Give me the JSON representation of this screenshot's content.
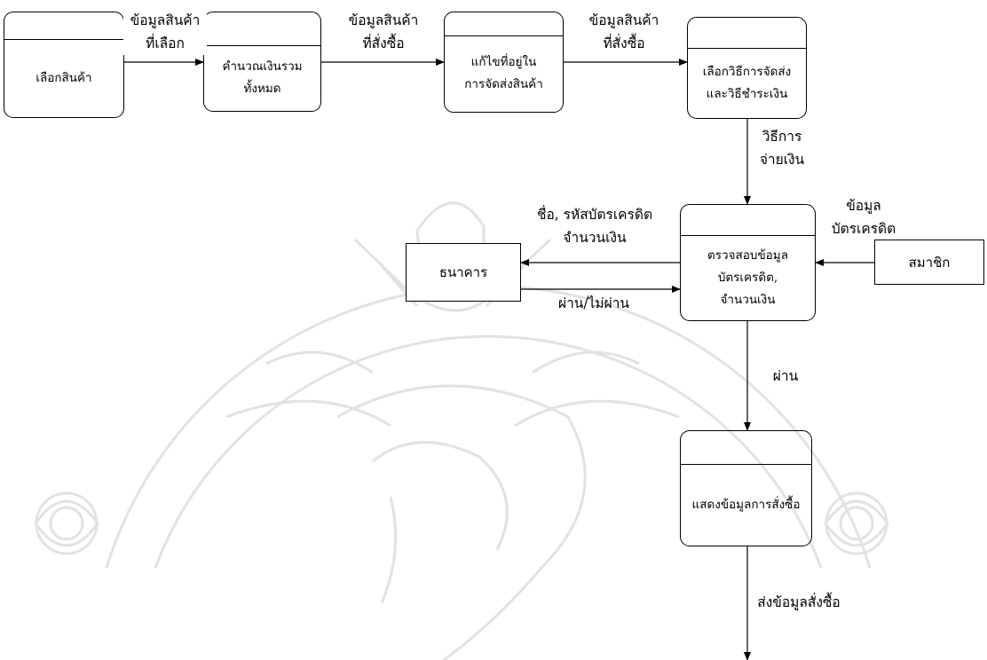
{
  "processes": {
    "select_products": [
      "เลือกสินค้า"
    ],
    "calc_total": [
      "คำนวณเงินรวม",
      "ทั้งหมด"
    ],
    "edit_address": [
      "แก้ไขที่อยู่ใน",
      "การจัดส่งสินค้า"
    ],
    "choose_methods": [
      "เลือกวิธีการจัดส่ง",
      "และวิธีชำระเงิน"
    ],
    "verify_card": [
      "ตรวจสอบข้อมูล",
      "บัตรเครดิต,",
      "จำนวนเงิน"
    ],
    "show_order": [
      "แสดงข้อมูลการสั่งซื้อ"
    ]
  },
  "entities": {
    "bank": "ธนาคาร",
    "member": "สมาชิก"
  },
  "flows": {
    "selected_products": [
      "ข้อมูลสินค้า",
      "ที่เลือก"
    ],
    "ordered_products_1": [
      "ข้อมูลสินค้า",
      "ที่สั่งซื้อ"
    ],
    "ordered_products_2": [
      "ข้อมูลสินค้า",
      "ที่สั่งซื้อ"
    ],
    "payment_method": [
      "วิธีการ",
      "จ่ายเงิน"
    ],
    "card_info": [
      "ข้อมูล",
      "บัตรเครดิต"
    ],
    "to_bank": [
      "ชื่อ, รหัสบัตรเครดิต",
      "จำนวนเงิน"
    ],
    "bank_result": [
      "ผ่าน/ไม่ผ่าน"
    ],
    "pass": [
      "ผ่าน"
    ],
    "send_order": [
      "ส่งข้อมูลสั่งซื้อ"
    ]
  },
  "colors": {
    "line": "#000000",
    "watermark": "#e2e2e2"
  }
}
